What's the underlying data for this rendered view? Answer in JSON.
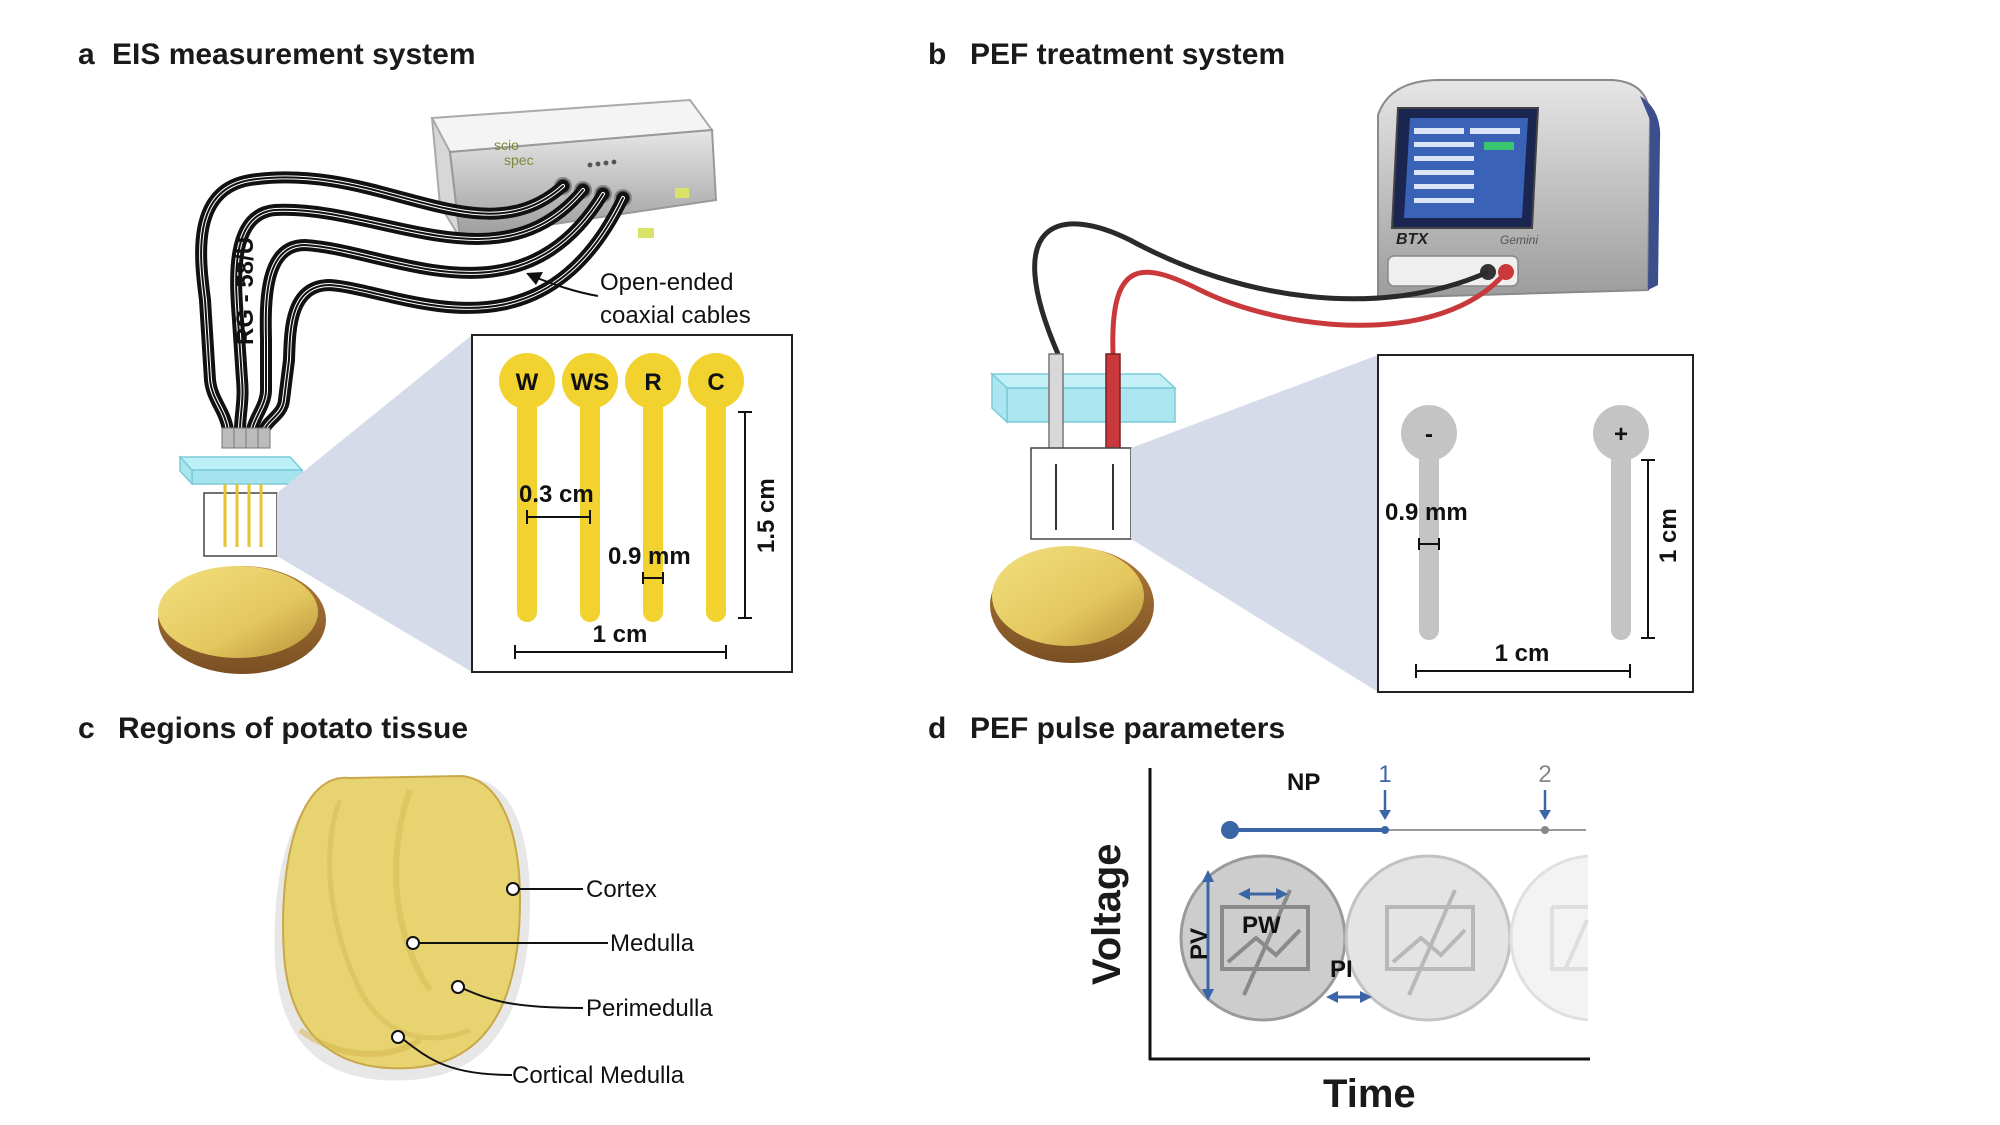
{
  "panel_a": {
    "letter": "a",
    "title": "EIS measurement system",
    "cable_label": "RG - 58/U",
    "cable_callout_line1": "Open-ended",
    "cable_callout_line2": "coaxial cables",
    "device_brand_line1": "scio",
    "device_brand_line2": "spec",
    "electrodes": [
      "W",
      "WS",
      "R",
      "C"
    ],
    "dim_spacing": "0.3 cm",
    "dim_width": "0.9 mm",
    "dim_length": "1.5 cm",
    "dim_total_width": "1 cm"
  },
  "panel_b": {
    "letter": "b",
    "title": "PEF treatment system",
    "device_brand": "BTX",
    "device_model": "Gemini",
    "electrodes": [
      "-",
      "+"
    ],
    "dim_width": "0.9 mm",
    "dim_length": "1 cm",
    "dim_spacing": "1 cm"
  },
  "panel_c": {
    "letter": "c",
    "title": "Regions of potato tissue",
    "regions": [
      "Cortex",
      "Medulla",
      "Perimedulla",
      "Cortical Medulla"
    ]
  },
  "panel_d": {
    "letter": "d",
    "title": "PEF pulse parameters",
    "np_label": "NP",
    "pulse_markers": [
      "1",
      "2"
    ],
    "pv_label": "PV",
    "pw_label": "PW",
    "pi_label": "PI",
    "y_axis": "Voltage",
    "x_axis": "Time"
  },
  "colors": {
    "electrode_yellow": "#f2d22e",
    "electrode_gray": "#c4c4c4",
    "accent_blue": "#3a66a8",
    "cable_black": "#1a1a1a",
    "cable_red": "#c9393c",
    "potato_flesh": "#e8d47a",
    "glass_cyan": "#8fdcea"
  }
}
